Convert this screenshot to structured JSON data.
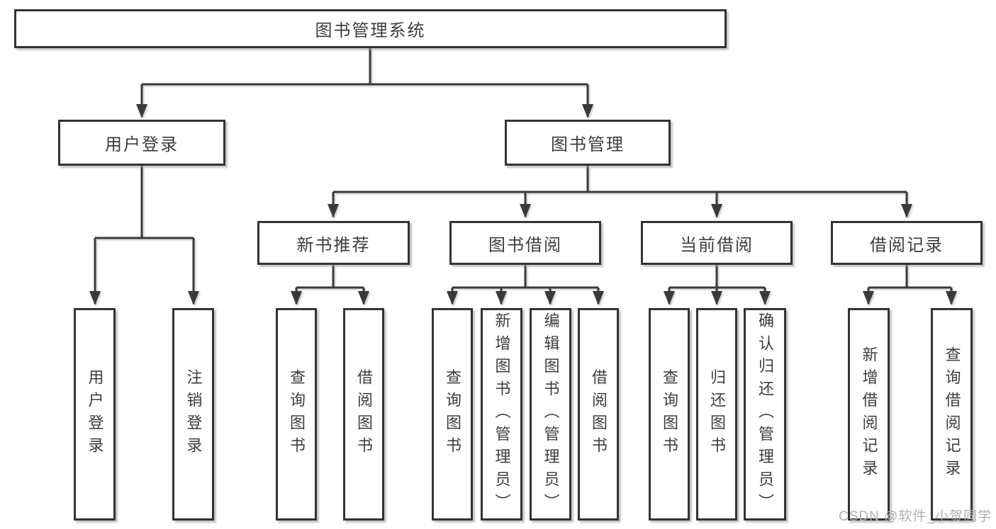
{
  "diagram": {
    "root": {
      "label": "图书管理系统"
    },
    "level2": [
      {
        "id": "user-login",
        "label": "用户登录"
      },
      {
        "id": "book-management",
        "label": "图书管理"
      }
    ],
    "level3": [
      {
        "id": "new-book-recommendation",
        "label": "新书推荐",
        "parent": "图书管理"
      },
      {
        "id": "book-borrowing",
        "label": "图书借阅",
        "parent": "图书管理"
      },
      {
        "id": "current-borrowing",
        "label": "当前借阅",
        "parent": "图书管理"
      },
      {
        "id": "borrowing-records",
        "label": "借阅记录",
        "parent": "图书管理"
      }
    ],
    "leaves": [
      {
        "label": "用户登录",
        "parent": "用户登录"
      },
      {
        "label": "注销登录",
        "parent": "用户登录"
      },
      {
        "label": "查询图书",
        "parent": "新书推荐"
      },
      {
        "label": "借阅图书",
        "parent": "新书推荐"
      },
      {
        "label": "查询图书",
        "parent": "图书借阅"
      },
      {
        "label": "新增图书（管理员）",
        "parent": "图书借阅"
      },
      {
        "label": "编辑图书（管理员）",
        "parent": "图书借阅"
      },
      {
        "label": "借阅图书",
        "parent": "图书借阅"
      },
      {
        "label": "查询图书",
        "parent": "当前借阅"
      },
      {
        "label": "归还图书",
        "parent": "当前借阅"
      },
      {
        "label": "确认归还（管理员）",
        "parent": "当前借阅"
      },
      {
        "label": "新增借阅记录",
        "parent": "借阅记录"
      },
      {
        "label": "查询借阅记录",
        "parent": "借阅记录"
      }
    ],
    "watermark": "CSDN @软件_小贺同学",
    "colors": {
      "box_border": "#333333",
      "connector": "#3a3a3a",
      "text": "#3d3d3d",
      "watermark": "#b0b0b0",
      "background": "#ffffff"
    }
  }
}
